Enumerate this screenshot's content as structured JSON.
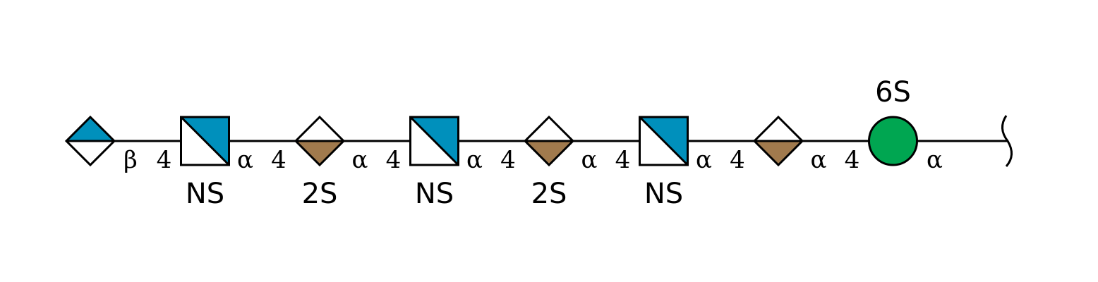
{
  "colors": {
    "blue": "#0090bc",
    "tan": "#a17a4d",
    "green": "#00a651",
    "white": "#ffffff",
    "line": "#000000"
  },
  "residues": [
    {
      "shape": "diamond-top-filled",
      "color": "blue",
      "icon": "half-blue-diamond-icon"
    },
    {
      "shape": "square-diagonal",
      "color": "blue",
      "mod": "NS",
      "icon": "half-blue-square-icon"
    },
    {
      "shape": "diamond-bottom-filled",
      "color": "tan",
      "mod": "2S",
      "icon": "half-tan-diamond-icon"
    },
    {
      "shape": "square-diagonal",
      "color": "blue",
      "mod": "NS",
      "icon": "half-blue-square-icon"
    },
    {
      "shape": "diamond-bottom-filled",
      "color": "tan",
      "mod": "2S",
      "icon": "half-tan-diamond-icon"
    },
    {
      "shape": "square-diagonal",
      "color": "blue",
      "mod": "NS",
      "icon": "half-blue-square-icon"
    },
    {
      "shape": "diamond-bottom-filled",
      "color": "tan",
      "icon": "half-tan-diamond-icon"
    },
    {
      "shape": "circle",
      "color": "green",
      "mod": "6S",
      "icon": "green-circle-icon"
    }
  ],
  "linkages": [
    {
      "anomer": "β",
      "position": "4"
    },
    {
      "anomer": "α",
      "position": "4"
    },
    {
      "anomer": "α",
      "position": "4"
    },
    {
      "anomer": "α",
      "position": "4"
    },
    {
      "anomer": "α",
      "position": "4"
    },
    {
      "anomer": "α",
      "position": "4"
    },
    {
      "anomer": "α",
      "position": "4"
    }
  ],
  "reducing_end": {
    "anomer": "α",
    "icon": "reducing-end-bracket-icon"
  }
}
